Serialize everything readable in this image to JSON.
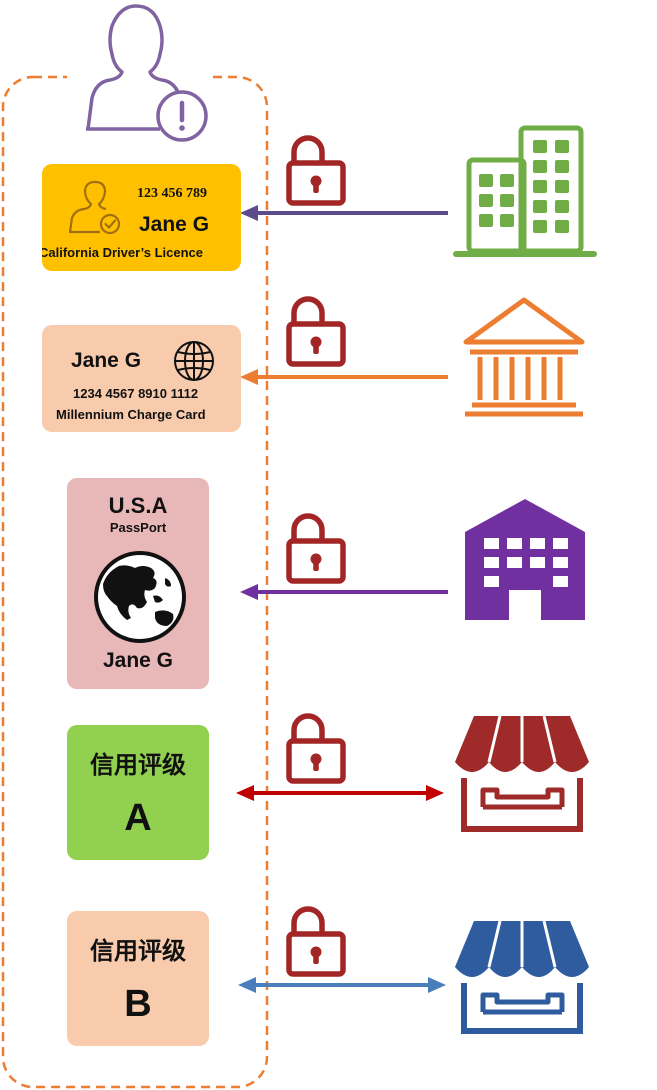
{
  "colors": {
    "orange": "#ED7D31",
    "gold": "#FFC000",
    "peach": "#F8CBAD",
    "pink": "#E8B7B7",
    "green": "#92D050",
    "olive": "#70AD47",
    "purple": "#7030A0",
    "slate": "#5B4B8A",
    "lavender": "#8064A2",
    "red": "#C00000",
    "lock": "#A32626",
    "store_red": "#9E2A2A",
    "blue": "#2E5C9E",
    "arrow_blue": "#4A7EBB"
  },
  "icons": {
    "user": "user-alert-icon",
    "lock": "unlocked-padlock-icon",
    "office": "office-buildings-icon",
    "bank": "bank-icon",
    "government": "government-building-icon",
    "store": "storefront-icon"
  },
  "cards": {
    "license": {
      "number": "123 456 789",
      "name": "Jane G",
      "subtitle": "California Driver’s Licence"
    },
    "charge": {
      "name": "Jane G",
      "number": "1234 4567 8910 1112",
      "subtitle": "Millennium Charge Card"
    },
    "passport": {
      "country": "U.S.A",
      "label": "PassPort",
      "name": "Jane G"
    },
    "rating_a": {
      "title": "信用评级",
      "grade": "A"
    },
    "rating_b": {
      "title": "信用评级",
      "grade": "B"
    }
  }
}
